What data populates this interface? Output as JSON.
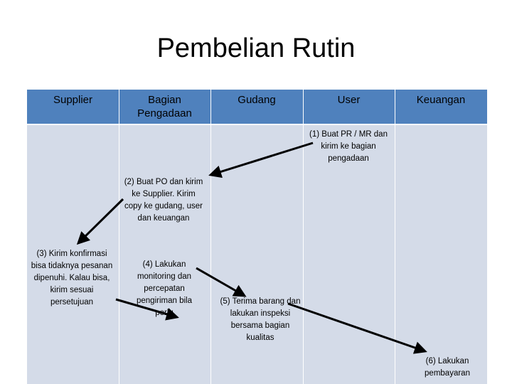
{
  "title": "Pembelian Rutin",
  "columns": [
    "Supplier",
    "Bagian\nPengadaan",
    "Gudang",
    "User",
    "Keuangan"
  ],
  "steps": [
    "(1) Buat PR / MR dan kirim ke bagian pengadaan",
    "(2) Buat PO dan kirim ke Supplier. Kirim copy ke gudang, user dan keuangan",
    "(3) Kirim konfirmasi bisa tidaknya pesanan dipenuhi. Kalau bisa, kirim sesuai persetujuan",
    "(4) Lakukan monitoring dan percepatan pengiriman bila perlu",
    "(5) Terima barang dan lakukan inspeksi bersama bagian kualitas",
    "(6) Lakukan pembayaran"
  ],
  "colors": {
    "header": "#4f81bd",
    "body": "#d4dbe8",
    "divider": "#ffffff",
    "arrow": "#000000"
  }
}
